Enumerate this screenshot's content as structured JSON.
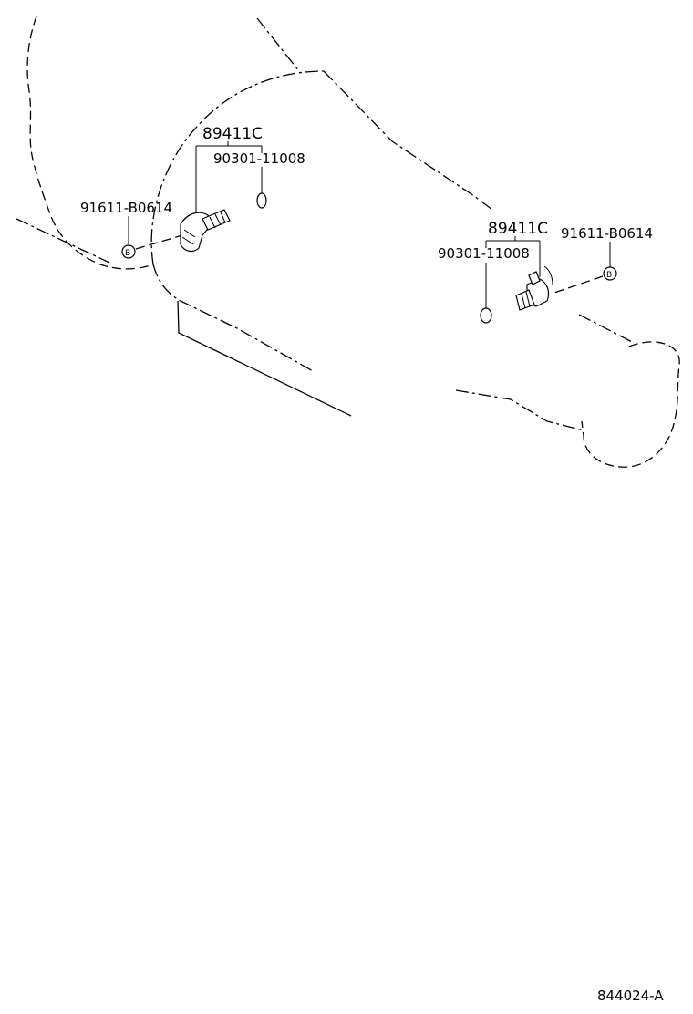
{
  "left_assembly": {
    "sensor_part": "89411C",
    "o_ring_part": "90301-11008",
    "bolt_part": "91611-B0614",
    "bolt_mark": "B"
  },
  "right_assembly": {
    "sensor_part": "89411C",
    "o_ring_part": "90301-11008",
    "bolt_part": "91611-B0614",
    "bolt_mark": "B"
  },
  "diagram_code": "844024-A"
}
